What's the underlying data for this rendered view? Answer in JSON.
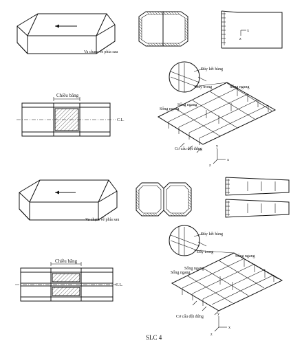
{
  "labels": {
    "collision_rear": "Va chạm về phía sau",
    "strip_width": "Chiều băng",
    "centerline": "C.L.",
    "deck_bottom": "Đáy kết hàng",
    "inner_bottom": "Đáy trong",
    "web_frame": "Sống ngang",
    "buckling": "Cơ cấu đột đứng",
    "axis_x": "x",
    "axis_y": "y",
    "axis_z": "z",
    "page_id": "SLC 4"
  },
  "colors": {
    "ink": "#111111",
    "paper": "#ffffff"
  }
}
